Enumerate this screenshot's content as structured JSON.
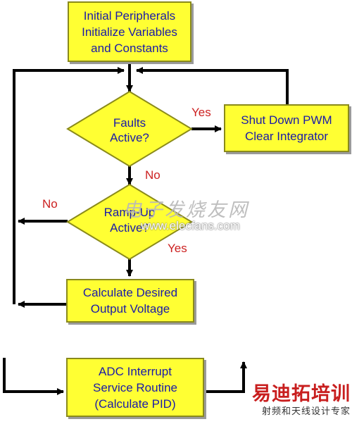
{
  "boxes": {
    "init": [
      "Initial Peripherals",
      "Initialize Variables",
      "and Constants"
    ],
    "shutdown": [
      "Shut Down PWM",
      "Clear Integrator"
    ],
    "calc": [
      "Calculate Desired",
      "Output Voltage"
    ],
    "adc": [
      "ADC Interrupt",
      "Service Routine",
      "(Calculate PID)"
    ]
  },
  "decisions": {
    "faults": [
      "Faults",
      "Active?"
    ],
    "ramp": [
      "Ramp-Up",
      "Active?"
    ]
  },
  "labels": {
    "faults_yes": "Yes",
    "faults_no": "No",
    "ramp_no": "No",
    "ramp_yes": "Yes"
  },
  "watermark": {
    "site_cn": "电子发烧友网",
    "site_url": "www.elecfans.com",
    "brand_cn": "易迪拓培训",
    "brand_sub": "射频和天线设计专家"
  },
  "colors": {
    "box_fill": "#ffff33",
    "text": "#1a1aa8",
    "label": "#cc2020",
    "line": "#000000"
  }
}
